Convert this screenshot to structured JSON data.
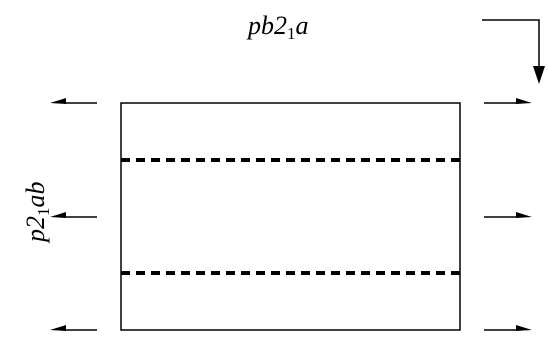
{
  "labels": {
    "top": {
      "pre": "pb2",
      "sub": "1",
      "post": "a"
    },
    "left": {
      "pre": "p2",
      "sub": "1",
      "post": "ab"
    }
  },
  "colors": {
    "ink": "#000000",
    "background": "#ffffff"
  },
  "icons": {
    "corner_arrow": "corner-arrow-down-icon",
    "left_arrow": "arrow-left-icon",
    "right_arrow": "arrow-right-icon"
  }
}
